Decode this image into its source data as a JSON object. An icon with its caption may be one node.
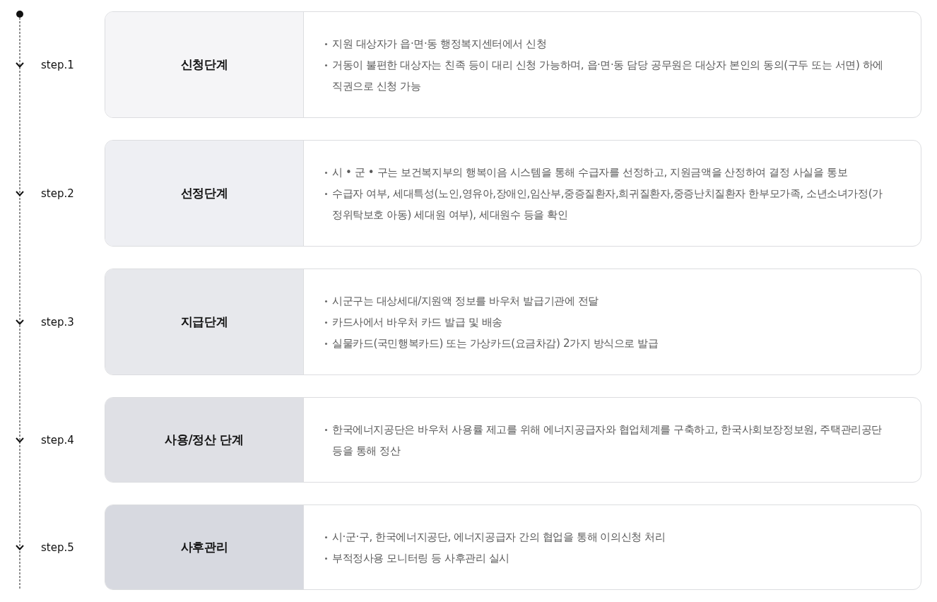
{
  "diagram": {
    "nodes": [
      {
        "text": [
          "신청단계",
          "지원 대상자가 읍·면·동 행정복지센터에서 신청",
          "거동이 불편한 대상자는 친족 등이 대리 신청 가능하며, 읍·면·동 담당 공무원은 대상자 본인의 동의(구두 또는 서면) 하에 직권으로 신청 가능"
        ],
        "beside": [
          "step.1"
        ]
      },
      {
        "text": [
          "선정단계",
          "시 • 군 • 구는 보건복지부의 행복이음 시스템을 통해 수급자를 선정하고, 지원금액을 산정하여 결정 사실을 통보",
          "수급자 여부, 세대특성(노인,영유아,장애인,임산부,중증질환자,희귀질환자,중증난치질환자 한부모가족, 소년소녀가정(가정위탁보호 아동) 세대원 여부), 세대원수 등을 확인"
        ],
        "beside": [
          "step.2"
        ]
      },
      {
        "text": [
          "지급단계",
          "시군구는 대상세대/지원액 정보를 바우처 발급기관에 전달",
          "카드사에서 바우처 카드 발급 및 배송",
          "실물카드(국민행복카드) 또는 가상카드(요금차감) 2가지 방식으로 발급"
        ],
        "beside": [
          "step.3"
        ]
      },
      {
        "text": [
          "사용/정산 단계",
          "한국에너지공단은 바우처 사용률 제고를 위해 에너지공급자와 협업체계를 구축하고, 한국사회보장정보원, 주택관리공단 등을 통해 정산"
        ],
        "beside": [
          "step.4"
        ]
      },
      {
        "text": [
          "사후관리",
          "시·군·구, 한국에너지공단, 에너지공급자 간의 협업을 통해 이의신청 처리",
          "부적정사용 모니터링 등 사후관리 실시"
        ],
        "beside": [
          "step.5"
        ]
      }
    ]
  }
}
